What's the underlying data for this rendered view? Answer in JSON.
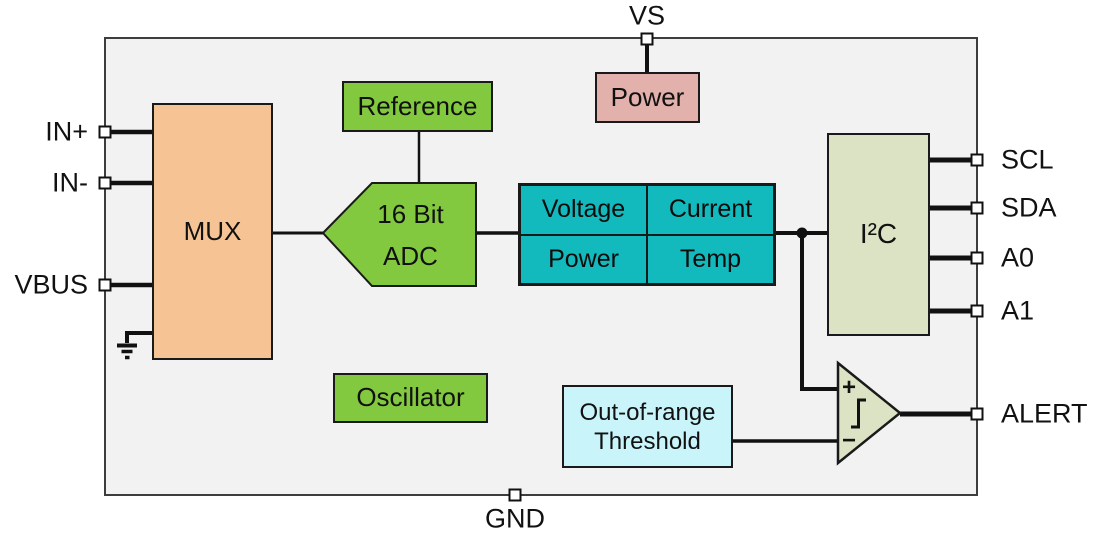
{
  "diagram": {
    "type": "ic-functional-block-diagram",
    "blocks": {
      "mux": "MUX",
      "reference": "Reference",
      "adc": "16 Bit\nADC",
      "oscillator": "Oscillator",
      "power": "Power",
      "i2c": "I²C",
      "threshold": "Out-of-range\nThreshold",
      "comparator": {
        "plus": "+",
        "minus": "−",
        "symbol": "hysteresis-icon"
      }
    },
    "registers": {
      "top_left": "Voltage",
      "top_right": "Current",
      "bottom_left": "Power",
      "bottom_right": "Temp"
    },
    "pins": {
      "in_plus": "IN+",
      "in_minus": "IN-",
      "vbus": "VBUS",
      "vs": "VS",
      "gnd": "GND",
      "scl": "SCL",
      "sda": "SDA",
      "a0": "A0",
      "a1": "A1",
      "alert": "ALERT"
    },
    "colors": {
      "block_green": "#83C93F",
      "block_orange": "#F6C494",
      "block_teal": "#12B9BD",
      "block_sage": "#DBE3C4",
      "block_pink": "#E2B1AC",
      "block_cyan": "#C9F5FA",
      "chip_background": "#F2F2F2",
      "wire": "#111111"
    }
  }
}
